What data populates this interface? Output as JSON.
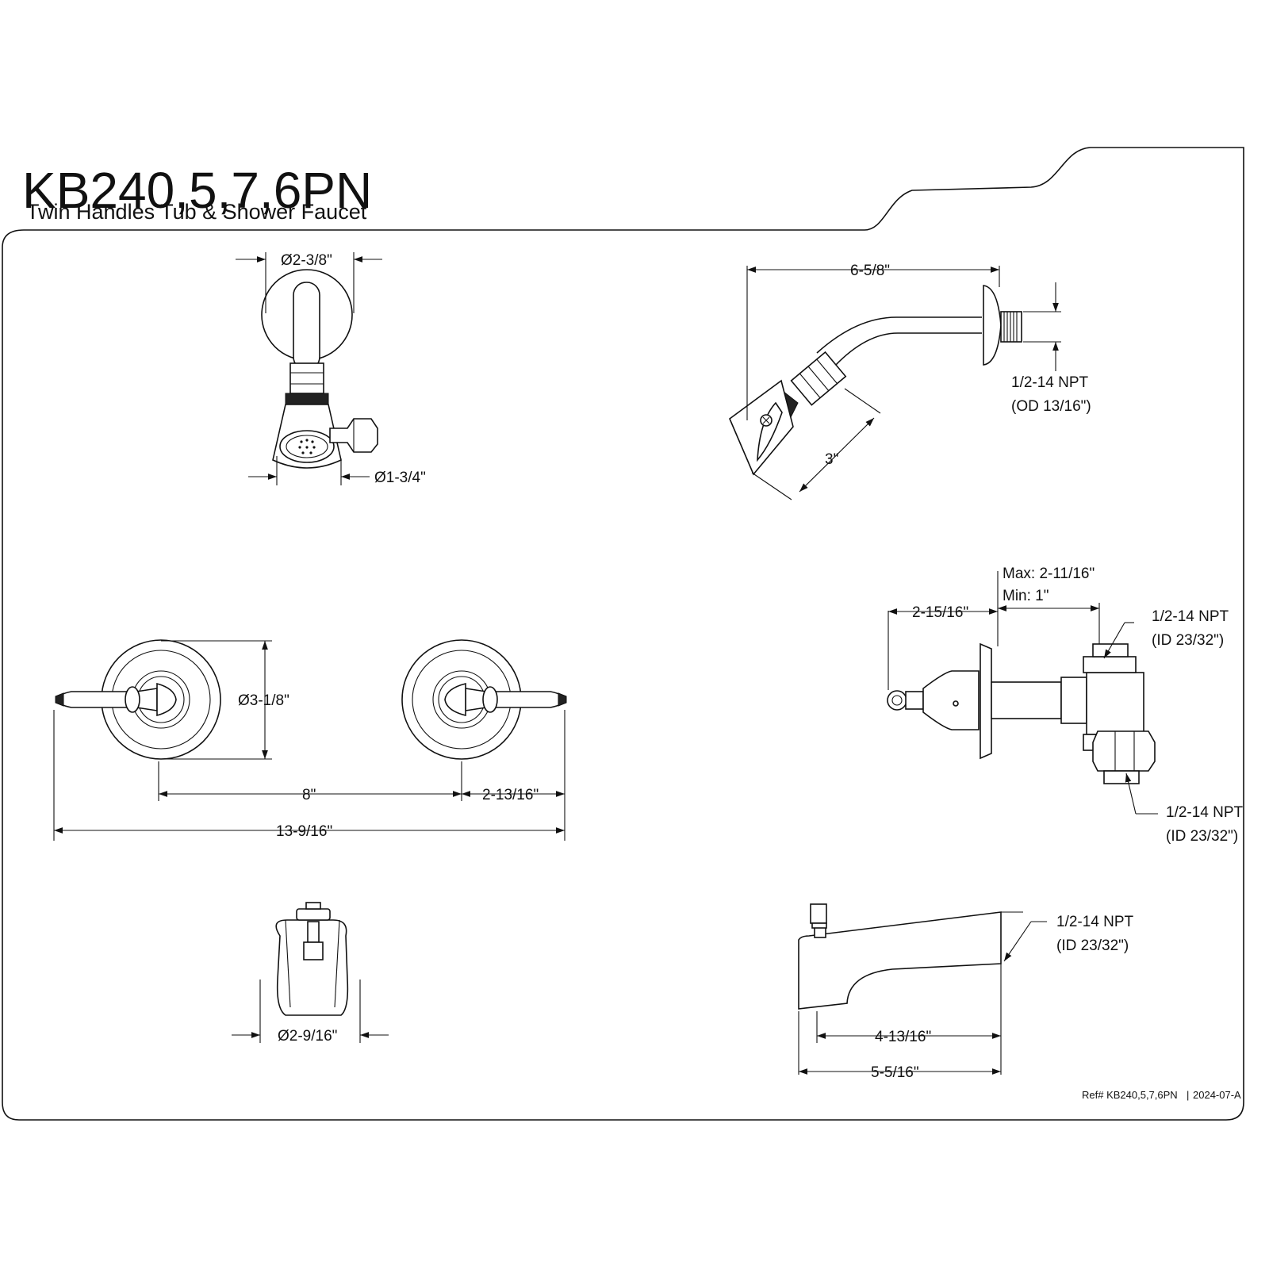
{
  "header": {
    "model": "KB240,5,7,6PN",
    "description": "Twin Handles Tub & Shower Faucet"
  },
  "dimensions": {
    "flange_dia": "Ø2-3/8\"",
    "head_dia": "Ø1-3/4\"",
    "arm_length": "6-5/8\"",
    "arm_drop": "3\"",
    "arm_thread": "1/2-14 NPT",
    "arm_thread_od": "(OD 13/16\")",
    "escutcheon_dia": "Ø3-1/8\"",
    "centers": "8\"",
    "handle_reach": "2-13/16\"",
    "overall_width": "13-9/16\"",
    "valve_depth": "2-15/16\"",
    "valve_max": "Max: 2-11/16\"",
    "valve_min": "Min: 1\"",
    "valve_top_thread": "1/2-14 NPT",
    "valve_top_id": "(ID 23/32\")",
    "valve_bottom_thread": "1/2-14 NPT",
    "valve_bottom_id": "(ID 23/32\")",
    "spout_dia": "Ø2-9/16\"",
    "spout_thread": "1/2-14 NPT",
    "spout_id": "(ID 23/32\")",
    "spout_inner_length": "4-13/16\"",
    "spout_length": "5-5/16\""
  },
  "footer": {
    "ref": "Ref# KB240,5,7,6PN",
    "revision": "2024-07-A"
  }
}
